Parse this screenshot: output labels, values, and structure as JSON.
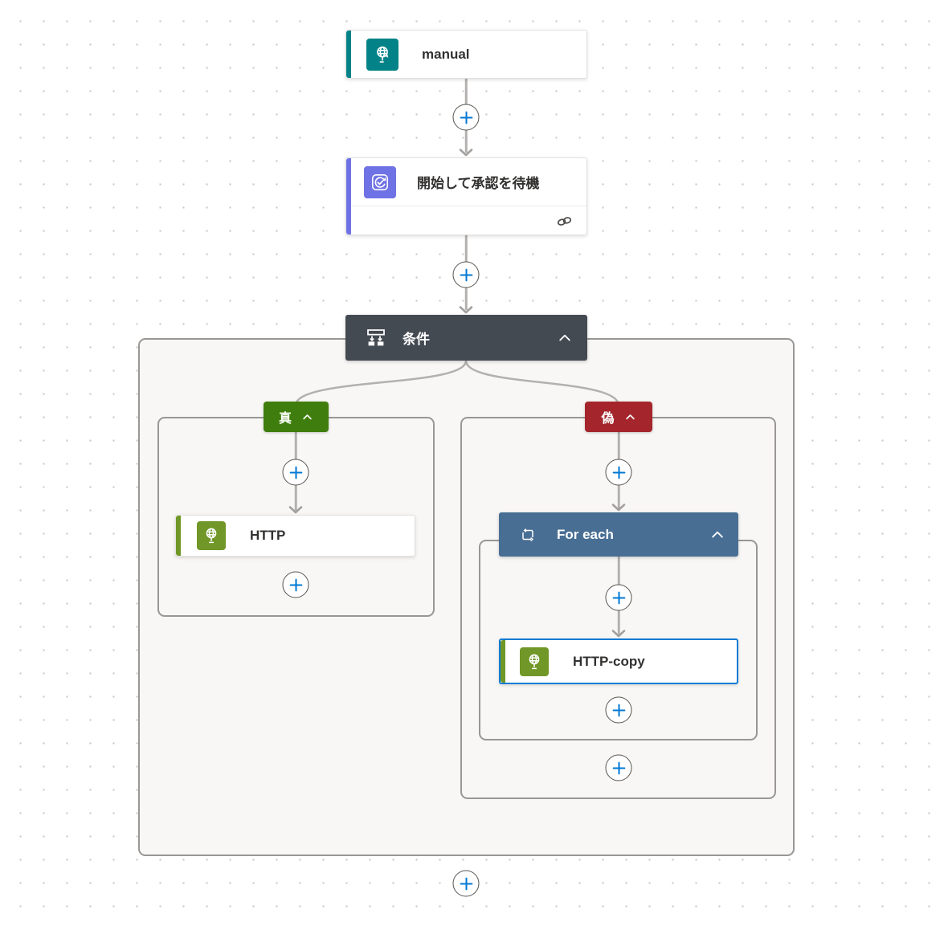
{
  "app": "flow-designer-canvas",
  "nodes": {
    "manual": {
      "label": "manual"
    },
    "approval": {
      "label": "開始して承認を待機"
    },
    "condition": {
      "label": "条件"
    },
    "http": {
      "label": "HTTP"
    },
    "foreach": {
      "label": "For each"
    },
    "http_copy": {
      "label": "HTTP-copy",
      "selected": true
    }
  },
  "branches": {
    "true": {
      "label": "真"
    },
    "false": {
      "label": "偽"
    }
  },
  "colors": {
    "accent_manual": "#038387",
    "accent_approval": "#6f72e4",
    "accent_http": "#709727",
    "condition_bg": "#434a52",
    "foreach_bg": "#486e94",
    "true_bg": "#3f7e0e",
    "false_bg": "#a4262c",
    "plus_blue": "#0078d4",
    "selection_blue": "#0f7bd3",
    "connector_gray": "#b3b1af"
  }
}
